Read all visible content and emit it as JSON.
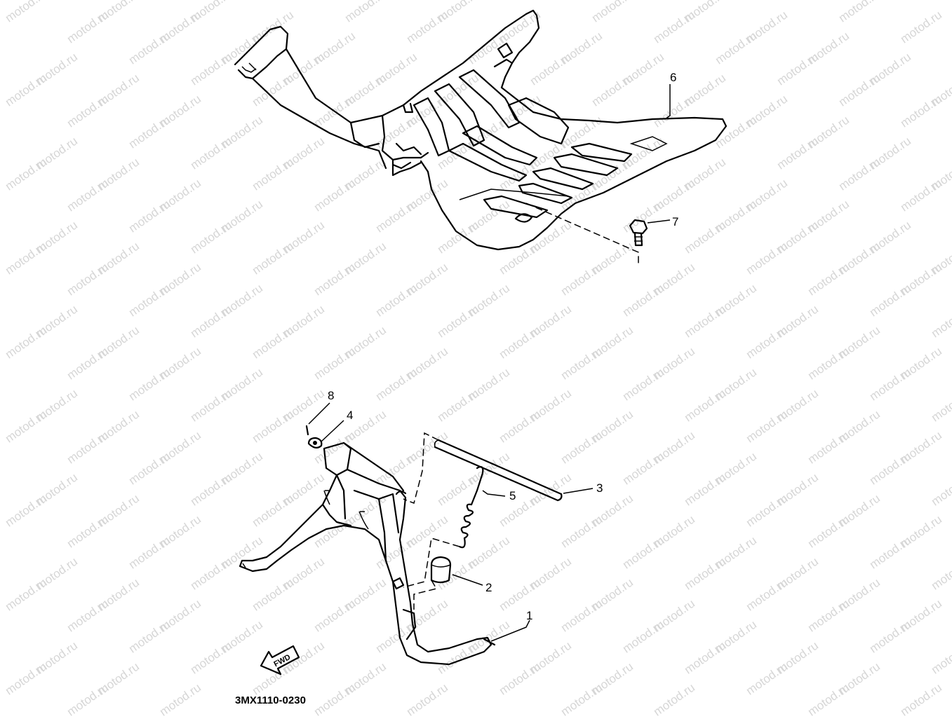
{
  "watermark": "motod.ru",
  "diagram_code": "3MX1110-0230",
  "fwd_label": "FWD",
  "parts": [
    {
      "id": "part-1",
      "number": "1"
    },
    {
      "id": "part-2",
      "number": "2"
    },
    {
      "id": "part-3",
      "number": "3"
    },
    {
      "id": "part-4",
      "number": "4"
    },
    {
      "id": "part-5",
      "number": "5"
    },
    {
      "id": "part-6",
      "number": "6"
    },
    {
      "id": "part-7",
      "number": "7"
    },
    {
      "id": "part-8",
      "number": "8"
    }
  ]
}
